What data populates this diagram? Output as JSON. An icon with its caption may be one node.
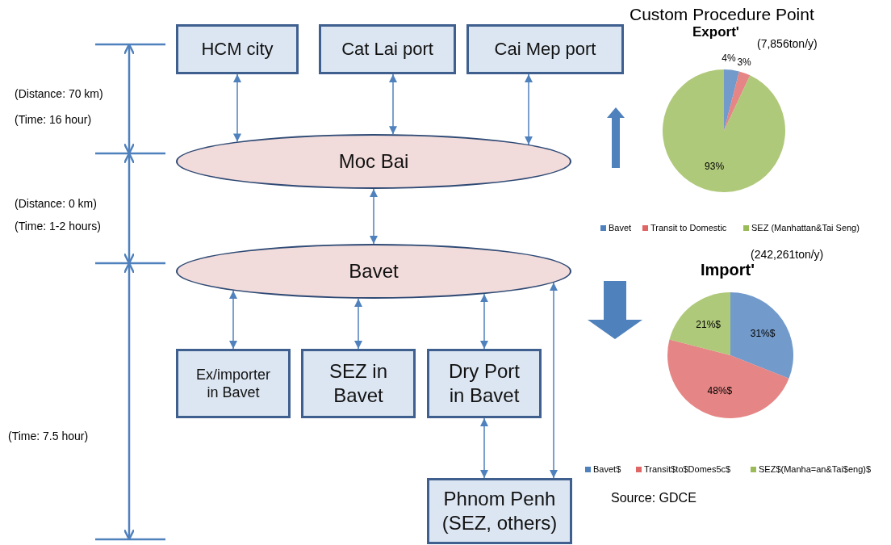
{
  "diagram": {
    "nodes": [
      {
        "text": [
          "HCM city"
        ]
      },
      {
        "text": [
          "Cat Lai  port"
        ]
      },
      {
        "text": [
          "Cai Mep port"
        ]
      },
      {
        "text": [
          "Moc Bai"
        ]
      },
      {
        "text": [
          "Bavet"
        ]
      },
      {
        "text": [
          "Ex/importer in Bavet"
        ]
      },
      {
        "text": [
          "SEZ in Bavet"
        ]
      },
      {
        "text": [
          "Dry Port in Bavet"
        ]
      },
      {
        "text": [
          "Phnom Penh (SEZ, others)"
        ]
      }
    ],
    "edges": [
      {
        "from": 0,
        "to": 3,
        "arrow": "both"
      },
      {
        "from": 1,
        "to": 3,
        "arrow": "both"
      },
      {
        "from": 2,
        "to": 3,
        "arrow": "both"
      },
      {
        "from": 3,
        "to": 4,
        "arrow": "both"
      },
      {
        "from": 4,
        "to": 5,
        "arrow": "both"
      },
      {
        "from": 4,
        "to": 6,
        "arrow": "both"
      },
      {
        "from": 4,
        "to": 7,
        "arrow": "both"
      },
      {
        "from": 7,
        "to": 8,
        "arrow": "both"
      },
      {
        "from": 4,
        "to": 8,
        "arrow": "both"
      }
    ],
    "labels": [
      "(Distance: 70 km)",
      "(Time: 16 hour)",
      "(7,856ton/y)",
      "(Distance: 0 km)",
      "(Time: 1-2 hours)",
      "(242,261ton/y)",
      "(Time: 7.5 hour)",
      "Source: GDCE"
    ],
    "legend": [
      {
        "text": "Bavet",
        "color": "#4f81bd"
      },
      {
        "text": "Transit to Domestic",
        "color": "#e06666"
      },
      {
        "text": "SEZ (Manhattan&Tai Seng)",
        "color": "#9bbb59"
      },
      {
        "text": "Bavet$",
        "color": "#4f81bd"
      },
      {
        "text": "Transit$to$Domes5c$",
        "color": "#e06666"
      },
      {
        "text": "SEZ$(Manha=an&Tai$eng)$",
        "color": "#9bbb59"
      }
    ],
    "chart_data": {
      "type": "pie",
      "title": "Custom Procedure Point",
      "data_labels": true,
      "series": [
        {
          "name": "Export'",
          "values": [
            4,
            3,
            93
          ],
          "colors": [
            "#4f81bd",
            "#e06666",
            "#9bbb59"
          ],
          "value_labels": [
            "4%",
            "3%",
            "93%"
          ]
        },
        {
          "name": "Import'",
          "values": [
            31,
            48,
            21
          ],
          "colors": [
            "#4f81bd",
            "#e06666",
            "#9bbb59"
          ],
          "value_labels": [
            "31%$",
            "48%$",
            "21%$"
          ]
        }
      ]
    }
  }
}
